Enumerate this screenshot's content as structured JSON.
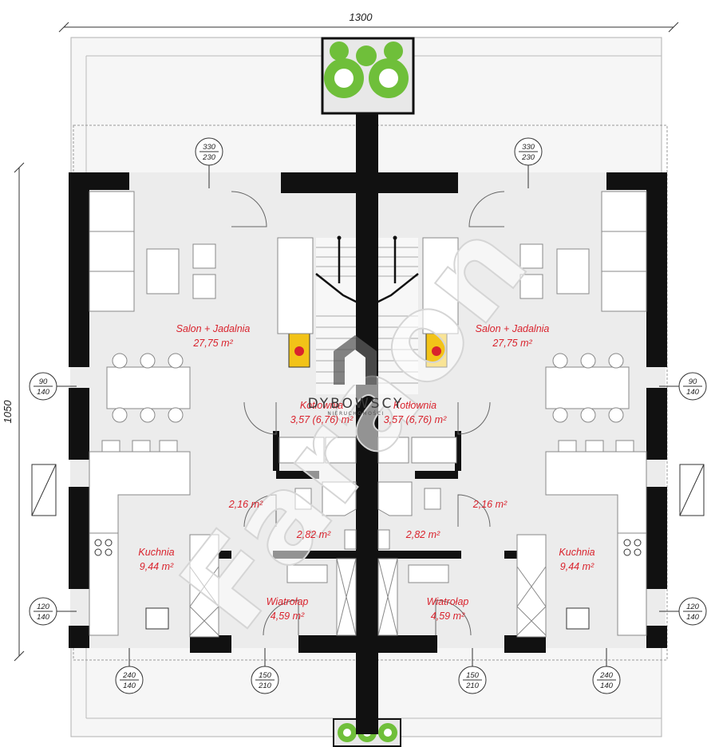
{
  "dimensions": {
    "width_total": "1300",
    "height_total": "1050"
  },
  "rooms": [
    {
      "id": "salon-left",
      "name": "Salon + Jadalnia",
      "area": "27,75 m²"
    },
    {
      "id": "salon-right",
      "name": "Salon + Jadalnia",
      "area": "27,75 m²"
    },
    {
      "id": "kotlownia-left",
      "name": "Kotłownia",
      "area": "3,57 (6,76) m²"
    },
    {
      "id": "kotlownia-right",
      "name": "Kotłownia",
      "area": "3,57 (6,76) m²"
    },
    {
      "id": "wc-left",
      "area": "2,16 m²"
    },
    {
      "id": "wc-right",
      "area": "2,16 m²"
    },
    {
      "id": "lazienka-left",
      "area": "2,82 m²"
    },
    {
      "id": "lazienka-right",
      "area": "2,82 m²"
    },
    {
      "id": "kuchnia-left",
      "name": "Kuchnia",
      "area": "9,44 m²"
    },
    {
      "id": "kuchnia-right",
      "name": "Kuchnia",
      "area": "9,44 m²"
    },
    {
      "id": "wiatrolap-left",
      "name": "Wiatrołap",
      "area": "4,59 m²"
    },
    {
      "id": "wiatrolap-right",
      "name": "Wiatrołap",
      "area": "4,59 m²"
    }
  ],
  "openings": [
    {
      "id": "window-top-left",
      "top": "330",
      "bottom": "230"
    },
    {
      "id": "window-top-right",
      "top": "330",
      "bottom": "230"
    },
    {
      "id": "window-mid-left",
      "top": "90",
      "bottom": "140"
    },
    {
      "id": "window-mid-right",
      "top": "90",
      "bottom": "140"
    },
    {
      "id": "window-low-left",
      "top": "120",
      "bottom": "140"
    },
    {
      "id": "window-low-right",
      "top": "120",
      "bottom": "140"
    },
    {
      "id": "window-bottom-left",
      "top": "240",
      "bottom": "140"
    },
    {
      "id": "door-bottom-left",
      "top": "150",
      "bottom": "210"
    },
    {
      "id": "door-bottom-right",
      "top": "150",
      "bottom": "210"
    },
    {
      "id": "window-bottom-right",
      "top": "240",
      "bottom": "140"
    }
  ],
  "branding": {
    "name": "DYBOWSCY",
    "tagline": "NIERUCHOMOŚCI",
    "watermark": "Faraon"
  },
  "colors": {
    "wall": "#111111",
    "floor": "#ececec",
    "terrace": "#f6f6f6",
    "label": "#d9232d",
    "plant": "#6fbf3a",
    "fireplace": "#f2c318"
  }
}
